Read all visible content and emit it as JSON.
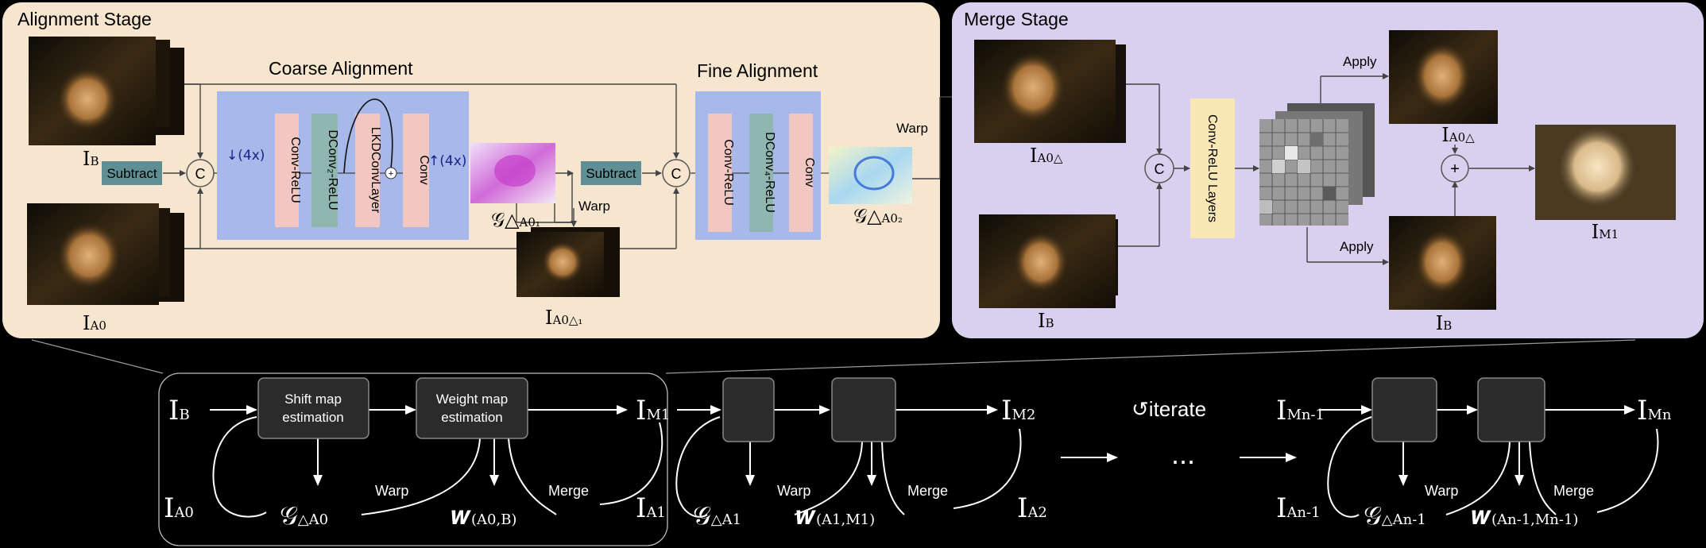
{
  "alignment_stage": {
    "title": "Alignment  Stage",
    "coarse_title": "Coarse Alignment",
    "fine_title": "Fine Alignment",
    "down_label": "↓(4x)",
    "up_label": "↑(4x)",
    "coarse_layers": [
      "Conv-ReLU",
      "DConv₂-ReLU",
      "LKDConvLayer",
      "Conv"
    ],
    "fine_layers": [
      "Conv-ReLU",
      "DConv₄-ReLU",
      "Conv"
    ],
    "subtract_label": "Subtract",
    "concat_label": "C",
    "plus_label": "+",
    "warp_label": "Warp",
    "input_b_main": "I",
    "input_b_sub": "B",
    "input_a0_main": "I",
    "input_a0_sub": "A0",
    "flow1_main": "𝒢△",
    "flow1_sub": "A0₁",
    "flow2_main": "𝒢△",
    "flow2_sub": "A0₂",
    "warped_main": "I",
    "warped_sub": "A0△₁"
  },
  "merge_stage": {
    "title": "Merge Stage",
    "conv_label": "Conv-ReLU Layers",
    "apply_label": "Apply",
    "concat_label": "C",
    "plus_label": "+",
    "in_a_main": "I",
    "in_a_sub": "A0△",
    "in_b_main": "I",
    "in_b_sub": "B",
    "out_a_main": "I",
    "out_a_sub": "A0△",
    "out_b_main": "I",
    "out_b_sub": "B",
    "result_main": "I",
    "result_sub": "M1"
  },
  "pipeline": {
    "shift_box": [
      "Shift map",
      "estimation"
    ],
    "weight_box": [
      "Weight map",
      "estimation"
    ],
    "warp_label": "Warp",
    "merge_label": "Merge",
    "iterate_label": "iterate",
    "ellipsis": "...",
    "s1": {
      "in_top": "B",
      "in_bottom": "A0",
      "out_top": "M1",
      "out_bottom": "A1",
      "g_sub": "△A0",
      "w_sub": "(A0,B)"
    },
    "s2": {
      "out_top": "M2",
      "out_bottom": "A2",
      "g_sub": "△A1",
      "w_sub": "(A1,M1)"
    },
    "s3": {
      "in_top": "Mn-1",
      "in_bottom": "An-1",
      "out_top": "Mn",
      "g_sub": "△An-1",
      "w_sub": "(An-1,Mn-1)"
    }
  }
}
